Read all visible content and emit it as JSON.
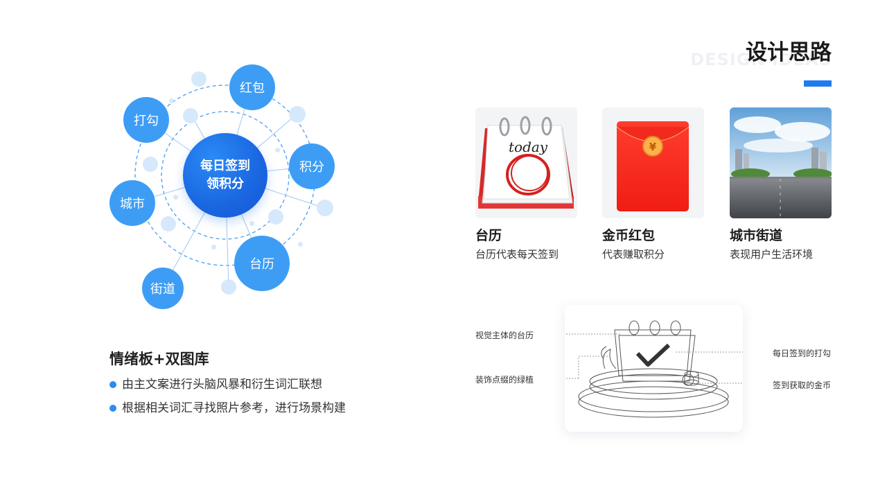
{
  "header": {
    "title": "设计思路",
    "subtitle_bg": "DESIGN IDEAS",
    "accent_color": "#1e7cf0"
  },
  "mindmap": {
    "center": {
      "line1": "每日签到",
      "line2": "领积分"
    },
    "nodes": [
      "红包",
      "打勾",
      "积分",
      "城市",
      "台历",
      "街道"
    ],
    "node_color": "#3d9df5",
    "center_color": "#1a66e0"
  },
  "moodboard": {
    "title": "情绪板+双图库",
    "items": [
      "由主文案进行头脑风暴和衍生词汇联想",
      "根据相关词汇寻找照片参考，进行场景构建"
    ]
  },
  "cards": [
    {
      "name": "台历",
      "desc": "台历代表每天签到",
      "image_text": "today",
      "icon": "desk-calendar-icon"
    },
    {
      "name": "金币红包",
      "desc": "代表赚取积分",
      "image_text": "¥",
      "icon": "red-envelope-icon"
    },
    {
      "name": "城市街道",
      "desc": "表现用户生活环境",
      "icon": "city-street-photo"
    }
  ],
  "sketch": {
    "labels": {
      "top_left": "视觉主体的台历",
      "bottom_left": "装饰点缀的绿植",
      "top_right": "每日签到的打勾",
      "bottom_right": "签到获取的金币"
    }
  }
}
